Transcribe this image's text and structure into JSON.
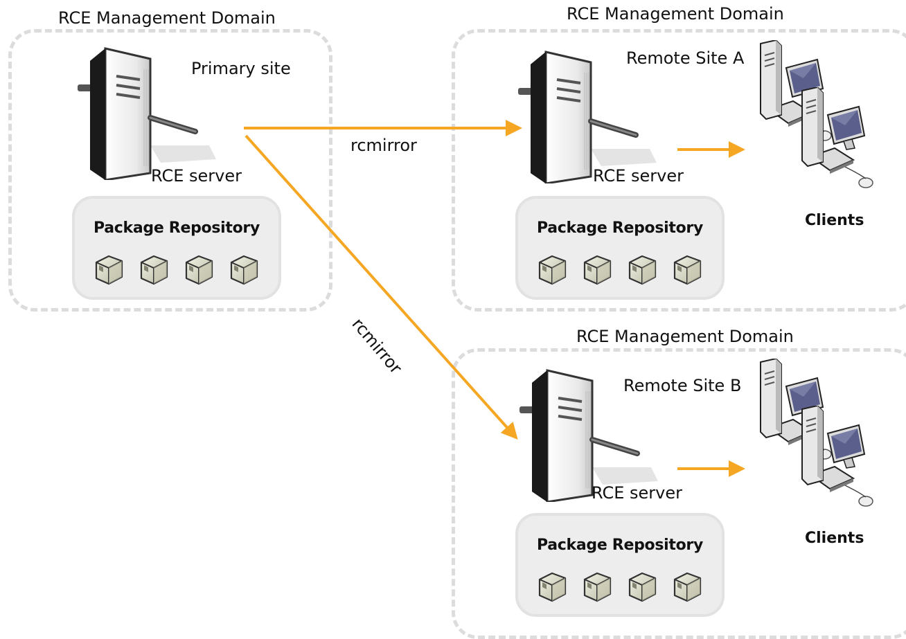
{
  "domains": [
    {
      "label": "RCE Management Domain"
    },
    {
      "label": "RCE Management Domain"
    },
    {
      "label": "RCE Management Domain"
    }
  ],
  "sites": {
    "primary": {
      "label": "Primary site",
      "server": "RCE server",
      "repository": "Package Repository"
    },
    "remote_a": {
      "label": "Remote Site A",
      "server": "RCE server",
      "repository": "Package Repository",
      "clients": "Clients"
    },
    "remote_b": {
      "label": "Remote Site B",
      "server": "RCE server",
      "repository": "Package Repository",
      "clients": "Clients"
    }
  },
  "links": [
    {
      "label": "rcmirror",
      "from": "primary",
      "to": "remote_a"
    },
    {
      "label": "rcmirror",
      "from": "primary",
      "to": "remote_b"
    }
  ],
  "colors": {
    "arrow": "#f5a623",
    "dash": "#dcdcdc",
    "repo_bg": "#ededed"
  },
  "icons": {
    "server": "server-tower-icon",
    "package": "package-box-icon",
    "clients": "desktop-computers-icon"
  }
}
